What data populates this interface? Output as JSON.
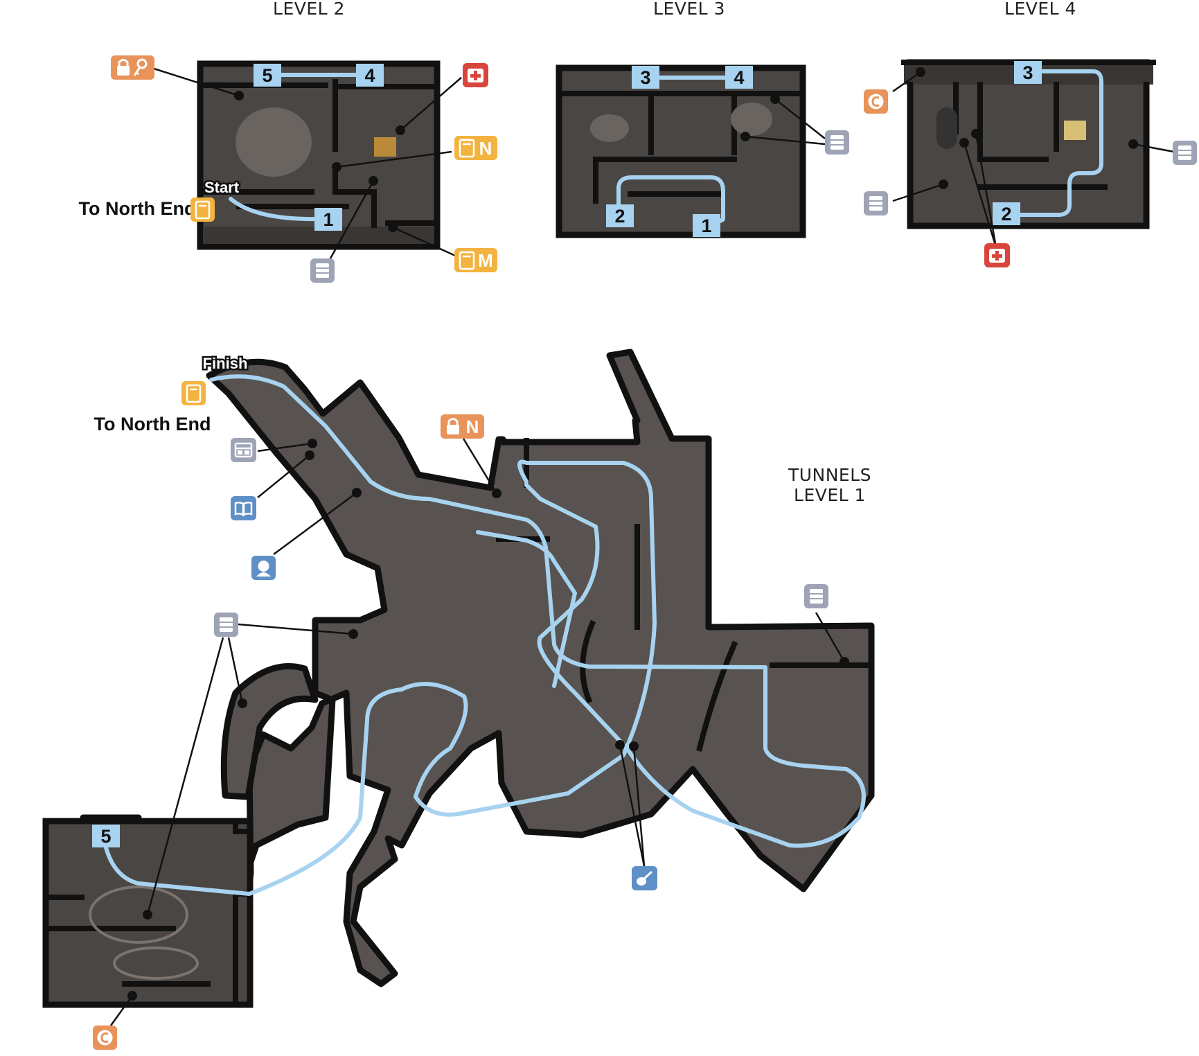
{
  "levels": {
    "level2": {
      "title": "LEVEL 2",
      "start_label": "Start",
      "exit_label": "To North End",
      "steps": [
        "5",
        "4",
        "1"
      ]
    },
    "level3": {
      "title": "LEVEL 3",
      "steps": [
        "3",
        "4",
        "2",
        "1"
      ]
    },
    "level4": {
      "title": "LEVEL 4",
      "steps": [
        "3",
        "2"
      ]
    },
    "tunnels": {
      "title_line1": "TUNNELS",
      "title_line2": "LEVEL 1",
      "finish_label": "Finish",
      "exit_label": "To North End",
      "steps": [
        "5"
      ]
    }
  },
  "icons": {
    "safe_key": {
      "name": "locked-safe-key-icon",
      "color": "#e8935a"
    },
    "lock_n": {
      "name": "locked-door-n-icon",
      "color": "#e8935a",
      "letter": "N"
    },
    "medkit": {
      "name": "medkit-icon",
      "color": "#d8453c"
    },
    "note_n": {
      "name": "note-n-icon",
      "color": "#f3b340",
      "letter": "N"
    },
    "note_m": {
      "name": "note-m-icon",
      "color": "#f3b340",
      "letter": "M"
    },
    "door": {
      "name": "door-icon",
      "color": "#f3b340"
    },
    "shelf": {
      "name": "shelf-storage-icon",
      "color": "#9ea3b5"
    },
    "coin": {
      "name": "coin-icon",
      "color": "#e8935a"
    },
    "poster": {
      "name": "poster-icon",
      "color": "#9ea3b5"
    },
    "book": {
      "name": "book-icon",
      "color": "#5e8fc6"
    },
    "portrait": {
      "name": "portrait-icon",
      "color": "#5e8fc6"
    },
    "instrument": {
      "name": "instrument-icon",
      "color": "#5e8fc6"
    }
  },
  "colors": {
    "route": "#a7d3f0",
    "floor": "#4a4643",
    "wall": "#111111"
  }
}
